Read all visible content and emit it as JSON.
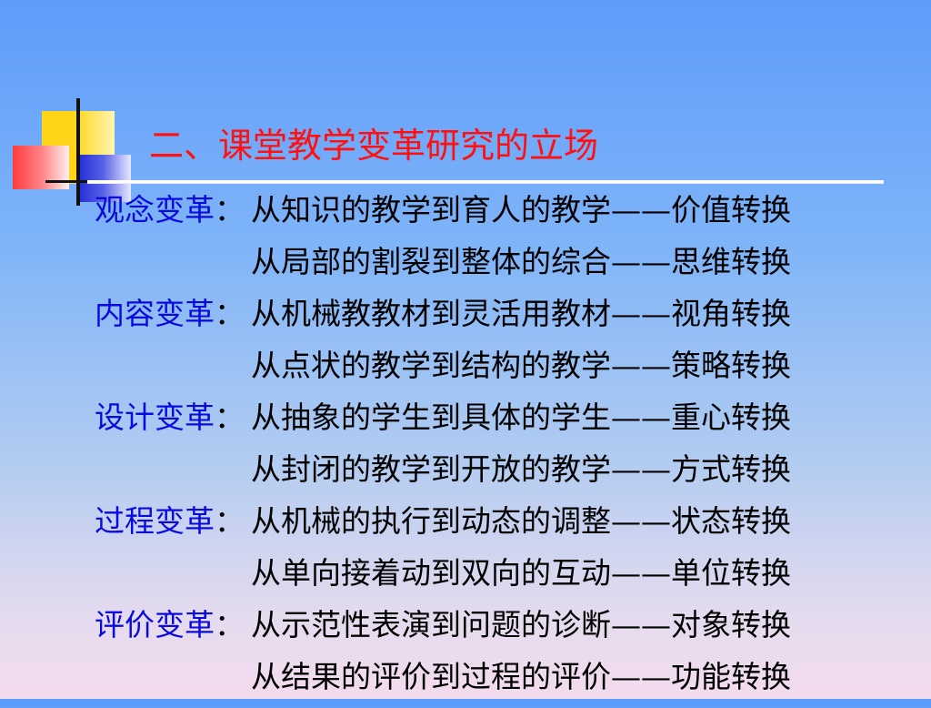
{
  "slide": {
    "title": "二、课堂教学变革研究的立场",
    "colors": {
      "title": "#ff1111",
      "label": "#0a0ae0",
      "text": "#000000"
    },
    "rows": [
      {
        "label": "观念变革",
        "colon": "：",
        "text": "从知识的教学到育人的教学——价值转换"
      },
      {
        "label": "",
        "colon": "",
        "text": "从局部的割裂到整体的综合——思维转换"
      },
      {
        "label": "内容变革",
        "colon": "：",
        "text": "从机械教教材到灵活用教材——视角转换"
      },
      {
        "label": "",
        "colon": "",
        "text": "从点状的教学到结构的教学——策略转换"
      },
      {
        "label": "设计变革",
        "colon": "：",
        "text": "从抽象的学生到具体的学生——重心转换"
      },
      {
        "label": "",
        "colon": "",
        "text": "从封闭的教学到开放的教学——方式转换"
      },
      {
        "label": "过程变革",
        "colon": "：",
        "text": "从机械的执行到动态的调整——状态转换"
      },
      {
        "label": "",
        "colon": "",
        "text": "从单向接着动到双向的互动——单位转换"
      },
      {
        "label": "评价变革",
        "colon": "：",
        "text": "从示范性表演到问题的诊断——对象转换"
      },
      {
        "label": "",
        "colon": "",
        "text": "从结果的评价到过程的评价——功能转换"
      }
    ]
  }
}
